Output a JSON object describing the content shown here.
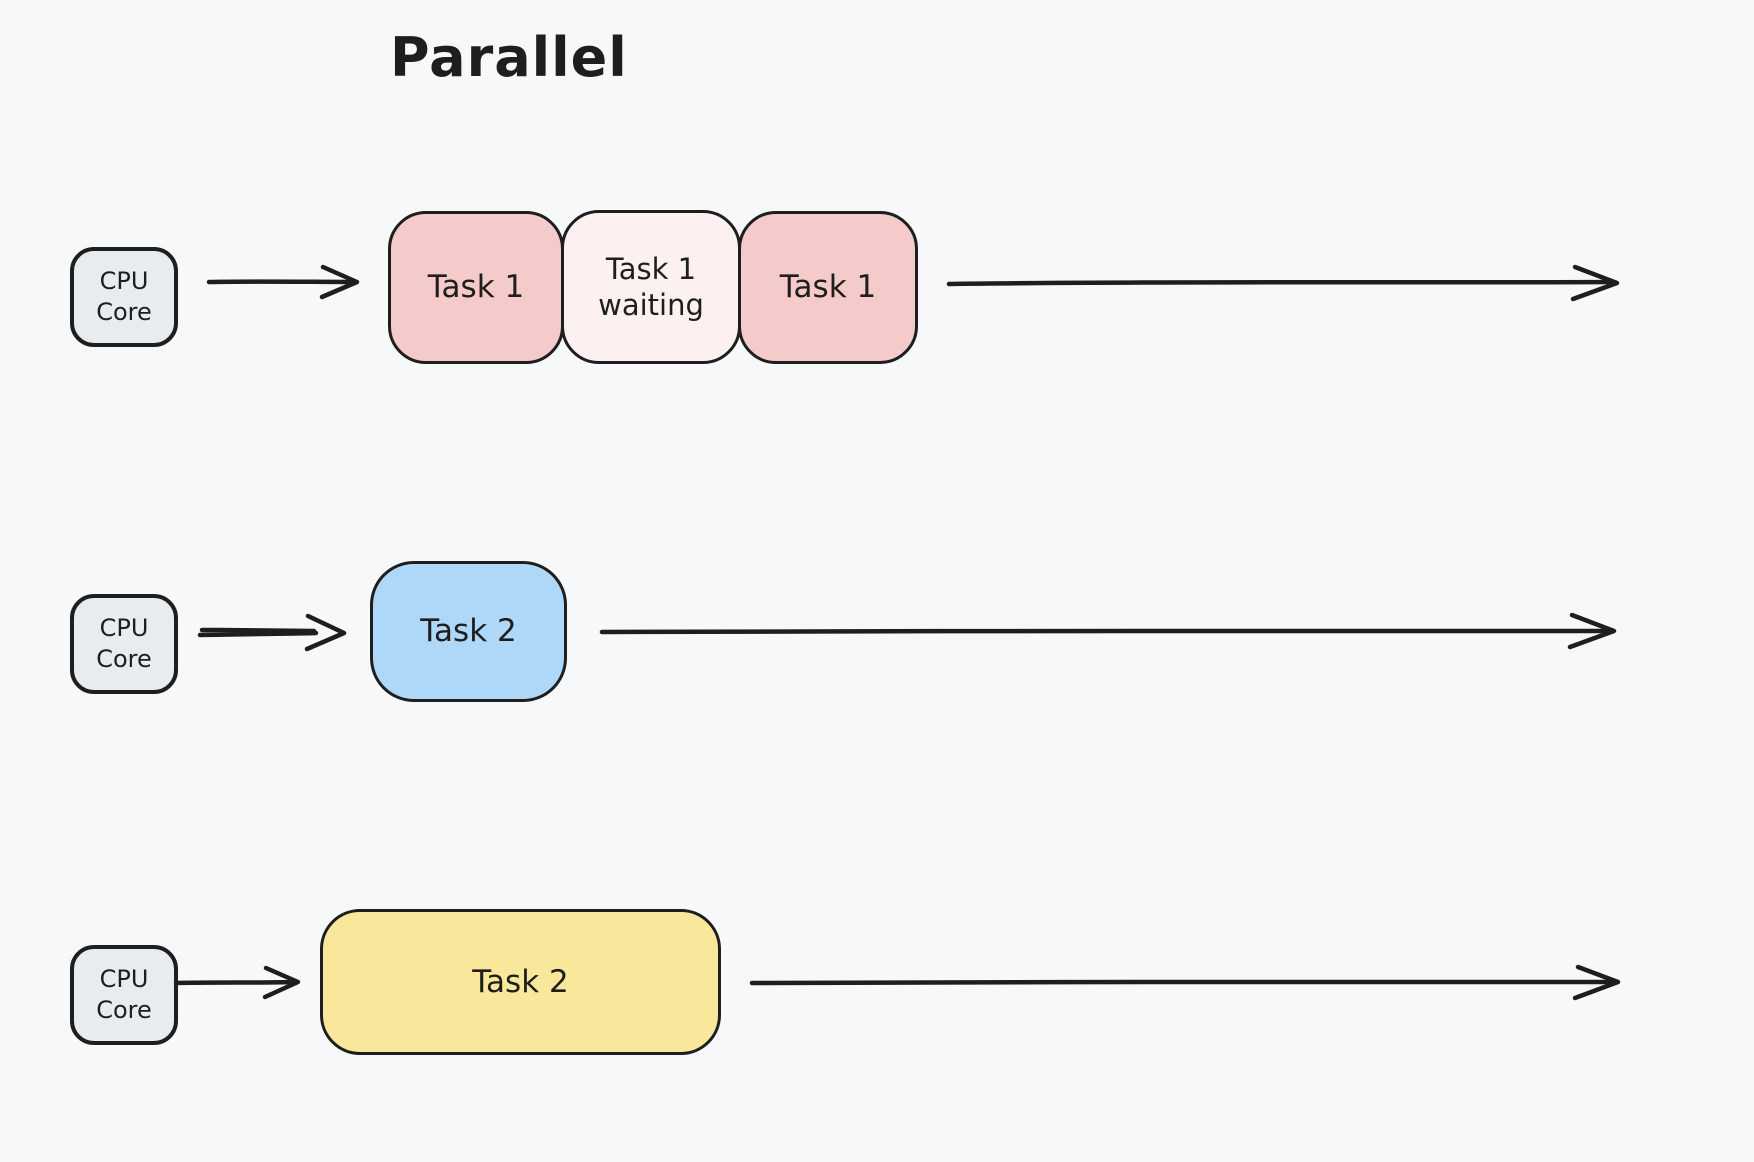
{
  "title": "Parallel",
  "cpu_core": {
    "line1": "CPU",
    "line2": "Core"
  },
  "rows": [
    {
      "core": "CPU Core",
      "tasks": [
        {
          "label": "Task 1"
        },
        {
          "line1": "Task 1",
          "line2": "waiting"
        },
        {
          "label": "Task 1"
        }
      ]
    },
    {
      "core": "CPU Core",
      "tasks": [
        {
          "label": "Task 2"
        }
      ]
    },
    {
      "core": "CPU Core",
      "tasks": [
        {
          "label": "Task 2"
        }
      ]
    }
  ],
  "colors": {
    "background": "#f7f8fa",
    "stroke": "#1e1e1e",
    "cpu_core_fill": "#e9ecef",
    "task1_fill": "#f4caca",
    "task1_waiting_fill": "#fdf0f0",
    "task2_blue_fill": "#afd7f8",
    "task2_yellow_fill": "#f9e89b"
  }
}
